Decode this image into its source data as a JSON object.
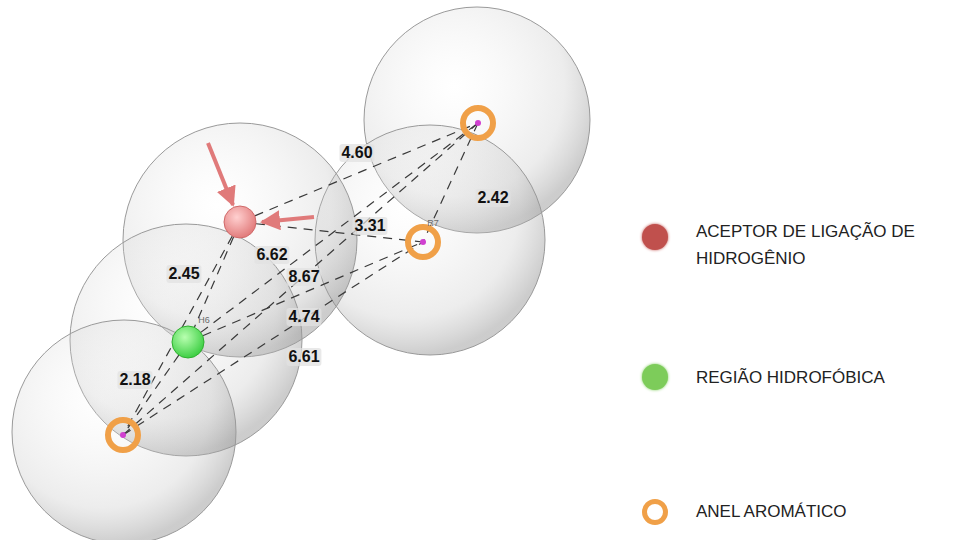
{
  "diagram": {
    "labels": [
      "4.60",
      "2.42",
      "3.31",
      "6.62",
      "2.45",
      "8.67",
      "4.74",
      "6.61",
      "2.18",
      "R7",
      "H6"
    ],
    "legend": [
      {
        "text": "ACEPTOR DE LIGAÇÃO DE HIDROGÊNIO",
        "color": "#c0504d"
      },
      {
        "text": "REGIÃO HIDROFÓBICA",
        "color": "#7dcc5a"
      },
      {
        "text": "ANEL AROMÁTICO"
      }
    ]
  }
}
